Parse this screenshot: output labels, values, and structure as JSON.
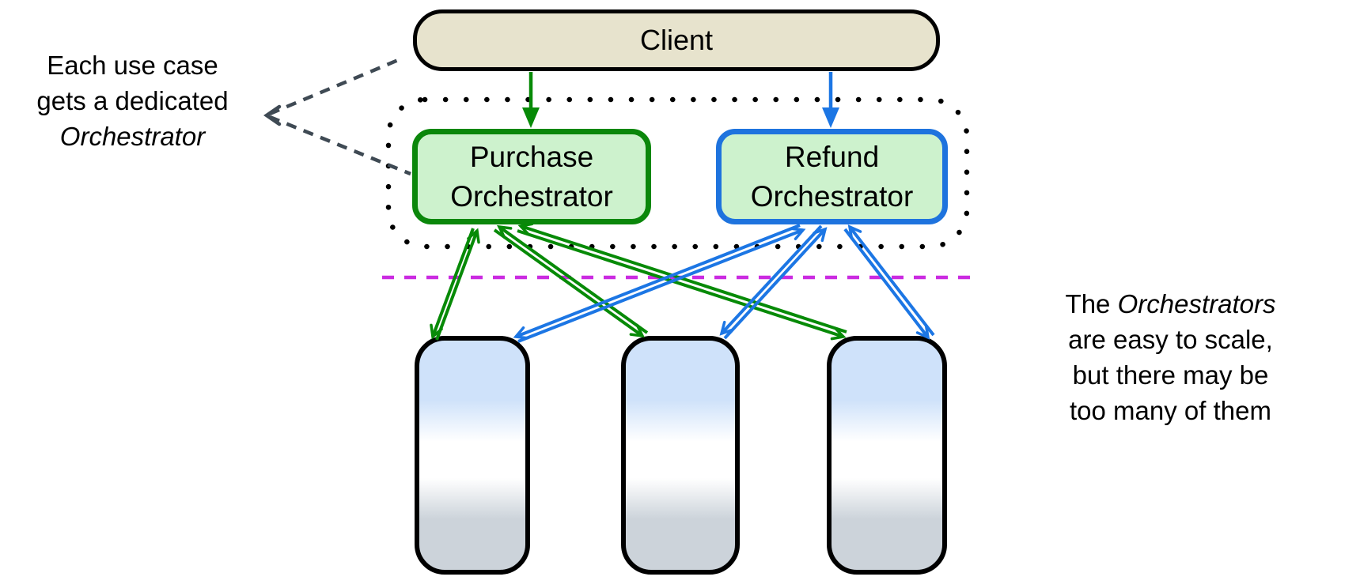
{
  "diagram": {
    "client": {
      "label": "Client"
    },
    "orchestrators": [
      {
        "id": "purchase-orchestrator",
        "lines": [
          "Purchase",
          "Orchestrator"
        ],
        "border_color": "#0b870b"
      },
      {
        "id": "refund-orchestrator",
        "lines": [
          "Refund",
          "Orchestrator"
        ],
        "border_color": "#1e73de"
      }
    ],
    "workers": {
      "count": 3
    },
    "left_note": {
      "lines": [
        "Each use case",
        "gets a dedicated"
      ],
      "italic_line": "Orchestrator"
    },
    "right_note": {
      "line1_prefix": "The",
      "line1_italic": "Orchestrators",
      "lines": [
        "are easy to scale,",
        "but there may be",
        "too many of them"
      ]
    },
    "colors": {
      "client_fill": "#e7e3cd",
      "orchestrator_fill": "#cdf2cd",
      "purchase_green": "#0b870b",
      "refund_blue": "#1e73de",
      "green_arrow": "#078a07",
      "blue_arrow": "#1c76e4",
      "magenta_divider": "#cb2be1",
      "note_pointer_gray": "#3f4a54",
      "worker_gradient_top": "#cfe2fa",
      "worker_gradient_middle": "#ffffff",
      "worker_gradient_bottom": "#ccd3da"
    }
  }
}
